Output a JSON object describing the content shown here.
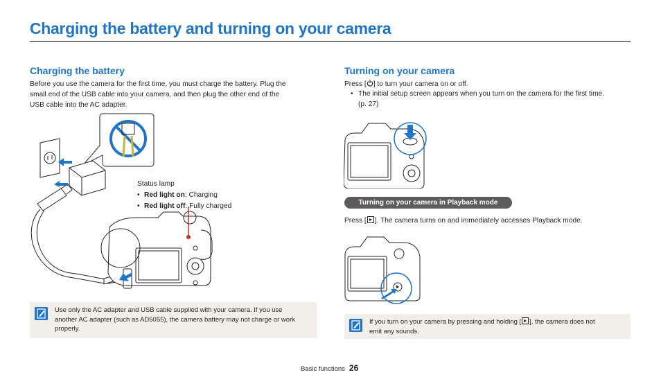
{
  "page": {
    "title": "Charging the battery and turning on your camera",
    "footer_section": "Basic functions",
    "footer_page": "26"
  },
  "charging": {
    "heading": "Charging the battery",
    "line1": "Before you use the camera for the first time, you must charge the battery. Plug the",
    "line2": "small end of the USB cable into your camera, and then plug the other end of the",
    "line3": "USB cable into the AC adapter.",
    "status_lamp": "Status lamp",
    "red_on_label": "Red light on",
    "red_on_value": ": Charging",
    "red_off_label": "Red light off",
    "red_off_value": ": Fully charged",
    "note_line1": "Use only the AC adapter and USB cable supplied with your camera. If you use",
    "note_line2": "another AC adapter (such as AD5055), the camera battery may not charge or work",
    "note_line3": "properly."
  },
  "turning_on": {
    "heading": "Turning on your camera",
    "press_before": "Press [",
    "press_after": "] to turn your camera on or off.",
    "bullet_line1": "The initial setup screen appears when you turn on the camera for the first time.",
    "bullet_line2": "(p. 27)",
    "playback_pill": "Turning on your camera in Playback mode",
    "playback_before": "Press [",
    "playback_after": "]. The camera turns on and immediately accesses Playback mode.",
    "note_before": "If you turn on your camera by pressing and holding [",
    "note_after": "], the camera does not",
    "note_line2": "emit any sounds."
  },
  "colors": {
    "heading_blue": "#1f75c7",
    "note_bg": "#f2efea",
    "pill_bg": "#5e5b5b",
    "lamp_red": "#d22a2a"
  },
  "icons": [
    "note-icon",
    "power-icon",
    "playback-icon",
    "arrow-icon",
    "no-symbol-icon"
  ]
}
